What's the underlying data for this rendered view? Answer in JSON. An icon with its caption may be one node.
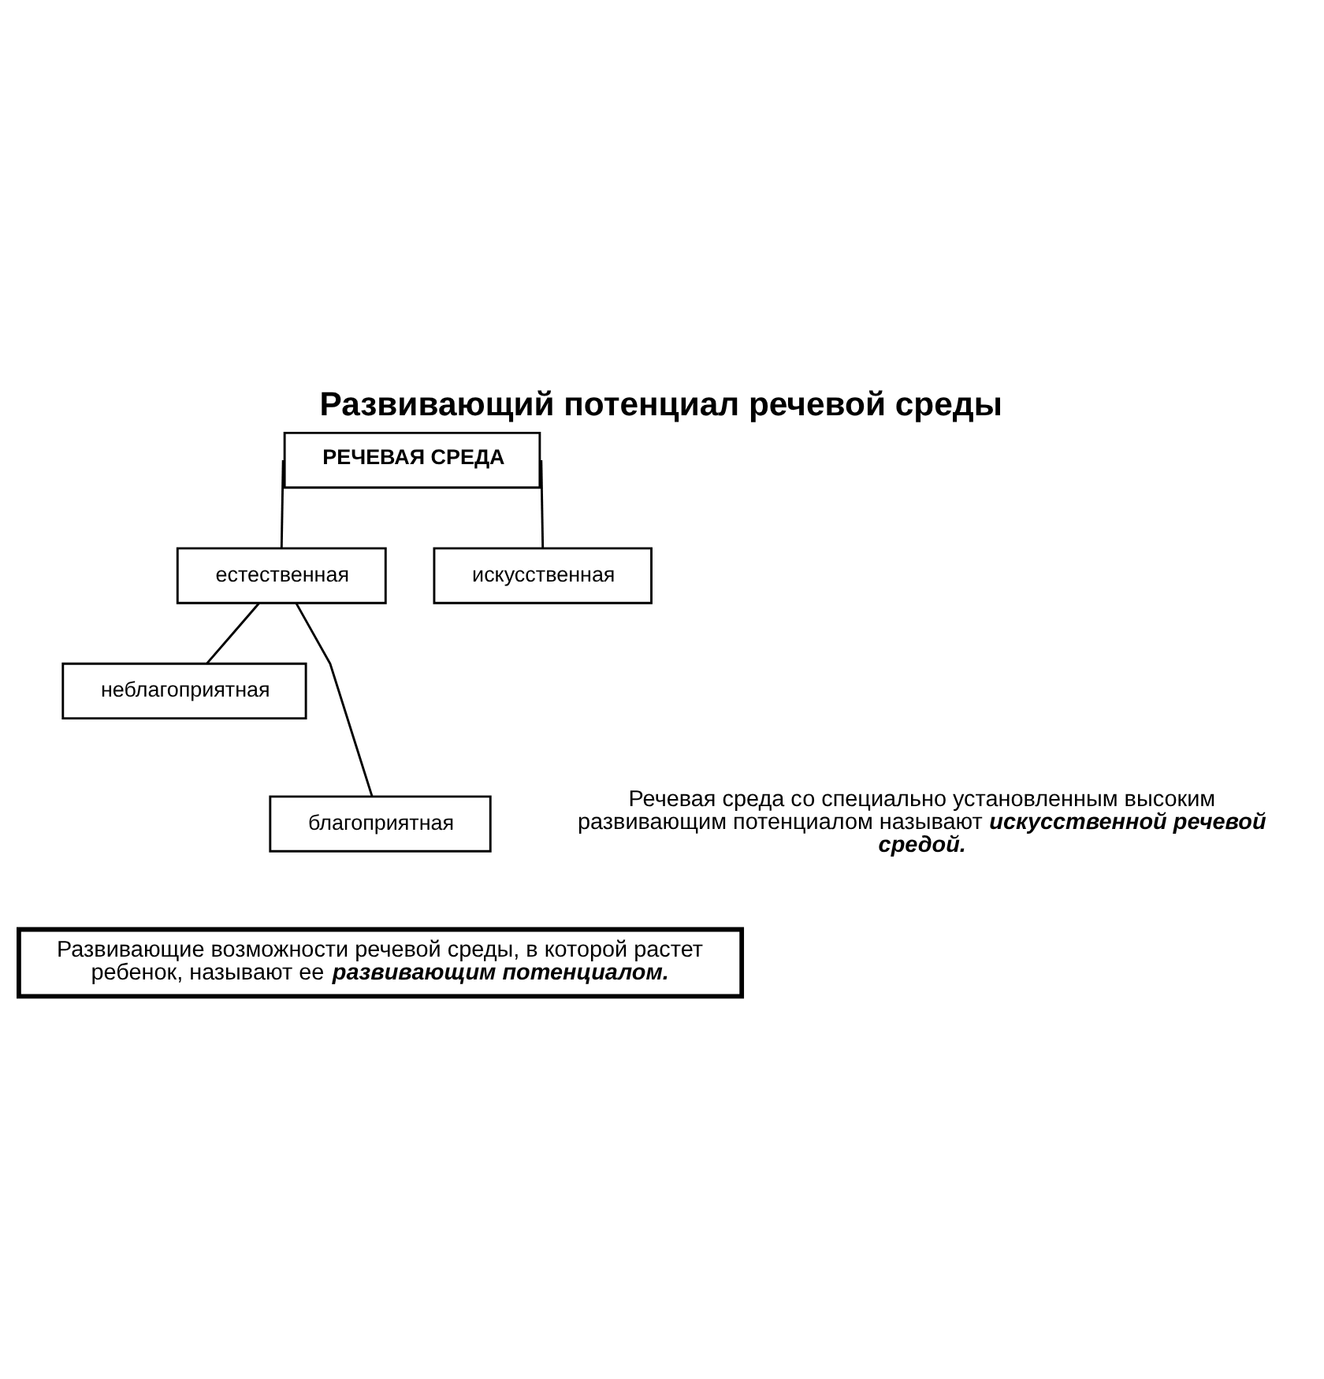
{
  "diagram": {
    "title": "Развивающий потенциал речевой среды",
    "nodes": [
      {
        "text": [
          "РЕЧЕВАЯ СРЕДА"
        ]
      },
      {
        "text": [
          "естественная"
        ]
      },
      {
        "text": [
          "искусственная"
        ]
      },
      {
        "text": [
          "неблагоприятная"
        ]
      },
      {
        "text": [
          "благоприятная"
        ]
      },
      {
        "text": [
          "Развивающие возможности речевой среды, в которой растет ребенок, называют ее **развивающим потенциалом.**"
        ]
      }
    ],
    "edges": [
      {
        "from": 0,
        "to": 1,
        "arrow": "none"
      },
      {
        "from": 0,
        "to": 2,
        "arrow": "none"
      },
      {
        "from": 1,
        "to": 3,
        "arrow": "none"
      },
      {
        "from": 1,
        "to": 4,
        "arrow": "none"
      }
    ],
    "labels": [
      "Речевая среда со специально установленным высоким развивающим потенциалом называют **искусственной речевой средой.**"
    ]
  }
}
